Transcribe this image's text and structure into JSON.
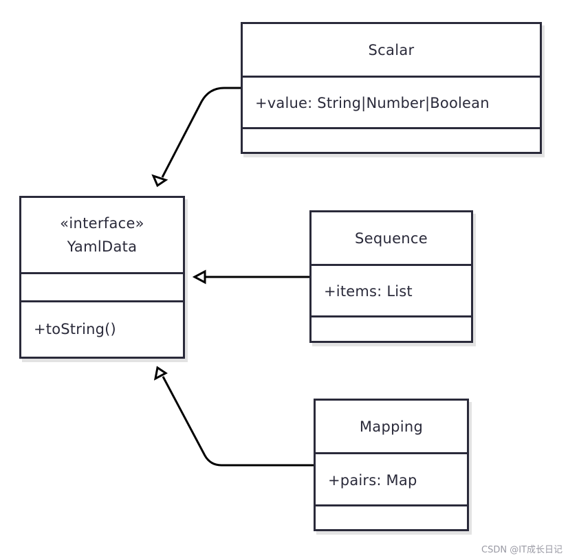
{
  "diagram": {
    "interface_box": {
      "stereotype": "«interface»",
      "name": "YamlData",
      "attributes": [],
      "methods": [
        "+toString()"
      ]
    },
    "scalar_box": {
      "name": "Scalar",
      "attributes": [
        "+value: String|Number|Boolean"
      ],
      "methods": []
    },
    "sequence_box": {
      "name": "Sequence",
      "attributes": [
        "+items: List"
      ],
      "methods": []
    },
    "mapping_box": {
      "name": "Mapping",
      "attributes": [
        "+pairs: Map"
      ],
      "methods": []
    },
    "relations": [
      {
        "from": "Scalar",
        "to": "YamlData",
        "type": "realization"
      },
      {
        "from": "Sequence",
        "to": "YamlData",
        "type": "realization"
      },
      {
        "from": "Mapping",
        "to": "YamlData",
        "type": "realization"
      }
    ]
  },
  "watermark": "CSDN @IT成长日记",
  "colors": {
    "line": "#2a2a3a",
    "shadow": "#e3e3e3",
    "background": "#ffffff"
  }
}
